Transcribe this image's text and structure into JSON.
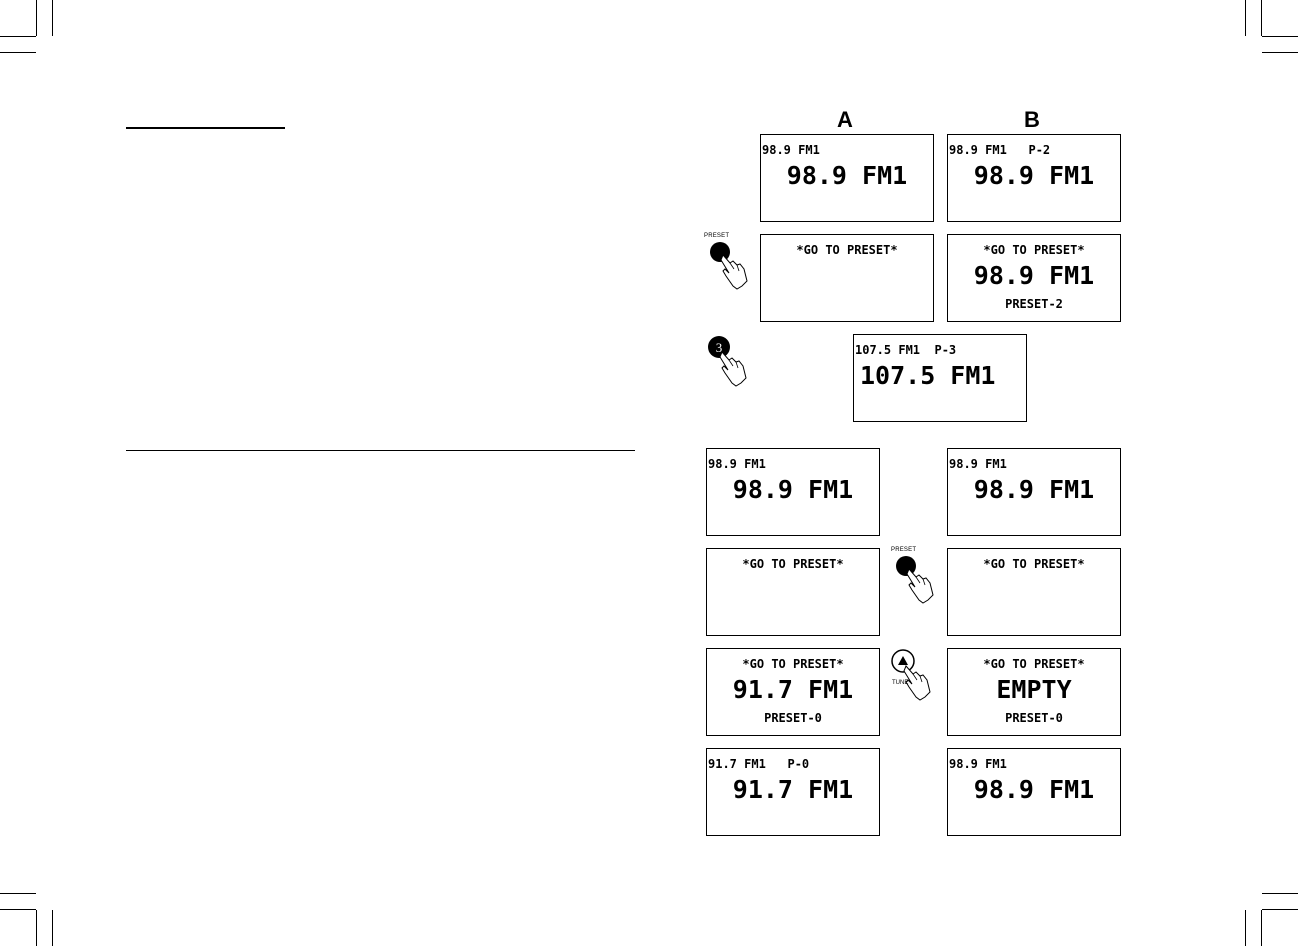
{
  "columns": {
    "a": "A",
    "b": "B"
  },
  "buttons": {
    "preset": "PRESET",
    "number": "3",
    "tune": "TUNE"
  },
  "displays": {
    "a1": {
      "top": "98.9 FM1",
      "main": "98.9 FM1"
    },
    "b1": {
      "top": "98.9 FM1   P-2",
      "main": "98.9 FM1"
    },
    "a2": {
      "top": "*GO TO PRESET*"
    },
    "b2": {
      "top": "*GO TO PRESET*",
      "main": "98.9 FM1",
      "bottom": "PRESET-2"
    },
    "c3": {
      "top": "107.5 FM1  P-3",
      "main": "107.5 FM1"
    },
    "s2a1": {
      "top": "98.9 FM1",
      "main": "98.9 FM1"
    },
    "s2b1": {
      "top": "98.9 FM1",
      "main": "98.9 FM1"
    },
    "s2a2": {
      "top": "*GO TO PRESET*"
    },
    "s2b2": {
      "top": "*GO TO PRESET*"
    },
    "s2a3": {
      "top": "*GO TO PRESET*",
      "main": "91.7 FM1",
      "bottom": "PRESET-0"
    },
    "s2b3": {
      "top": "*GO TO PRESET*",
      "main": "EMPTY",
      "bottom": "PRESET-0"
    },
    "s2a4": {
      "top": "91.7 FM1   P-0",
      "main": "91.7 FM1"
    },
    "s2b4": {
      "top": "98.9 FM1",
      "main": "98.9 FM1"
    }
  }
}
